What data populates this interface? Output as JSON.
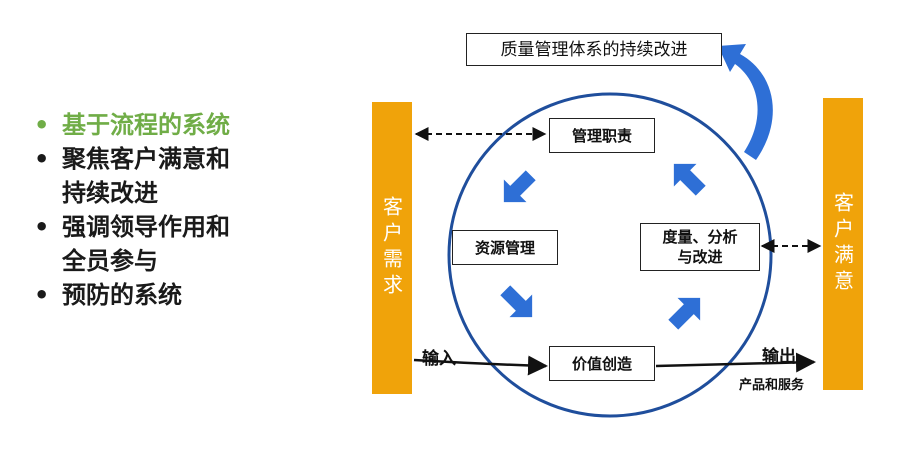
{
  "bullets": [
    {
      "text": "基于流程的系统",
      "highlight": true
    },
    {
      "text": "聚焦客户满意和\n持续改进",
      "highlight": false
    },
    {
      "text": "强调领导作用和\n全员参与",
      "highlight": false
    },
    {
      "text": "预防的系统",
      "highlight": false
    }
  ],
  "left_bar_label": "客户需求",
  "right_bar_label": "客户满意",
  "title_box": "质量管理体系的持续改进",
  "process_boxes": {
    "management": "管理职责",
    "resource": "资源管理",
    "measure": "度量、分析\n与改进",
    "value": "价值创造"
  },
  "flow_labels": {
    "input": "输入",
    "output": "输出",
    "products": "产品和服务"
  },
  "colors": {
    "bar": "#f0a30a",
    "circle": "#1f4e9c",
    "arrow_fill": "#2e6fd6",
    "highlight_text": "#70ad47"
  }
}
